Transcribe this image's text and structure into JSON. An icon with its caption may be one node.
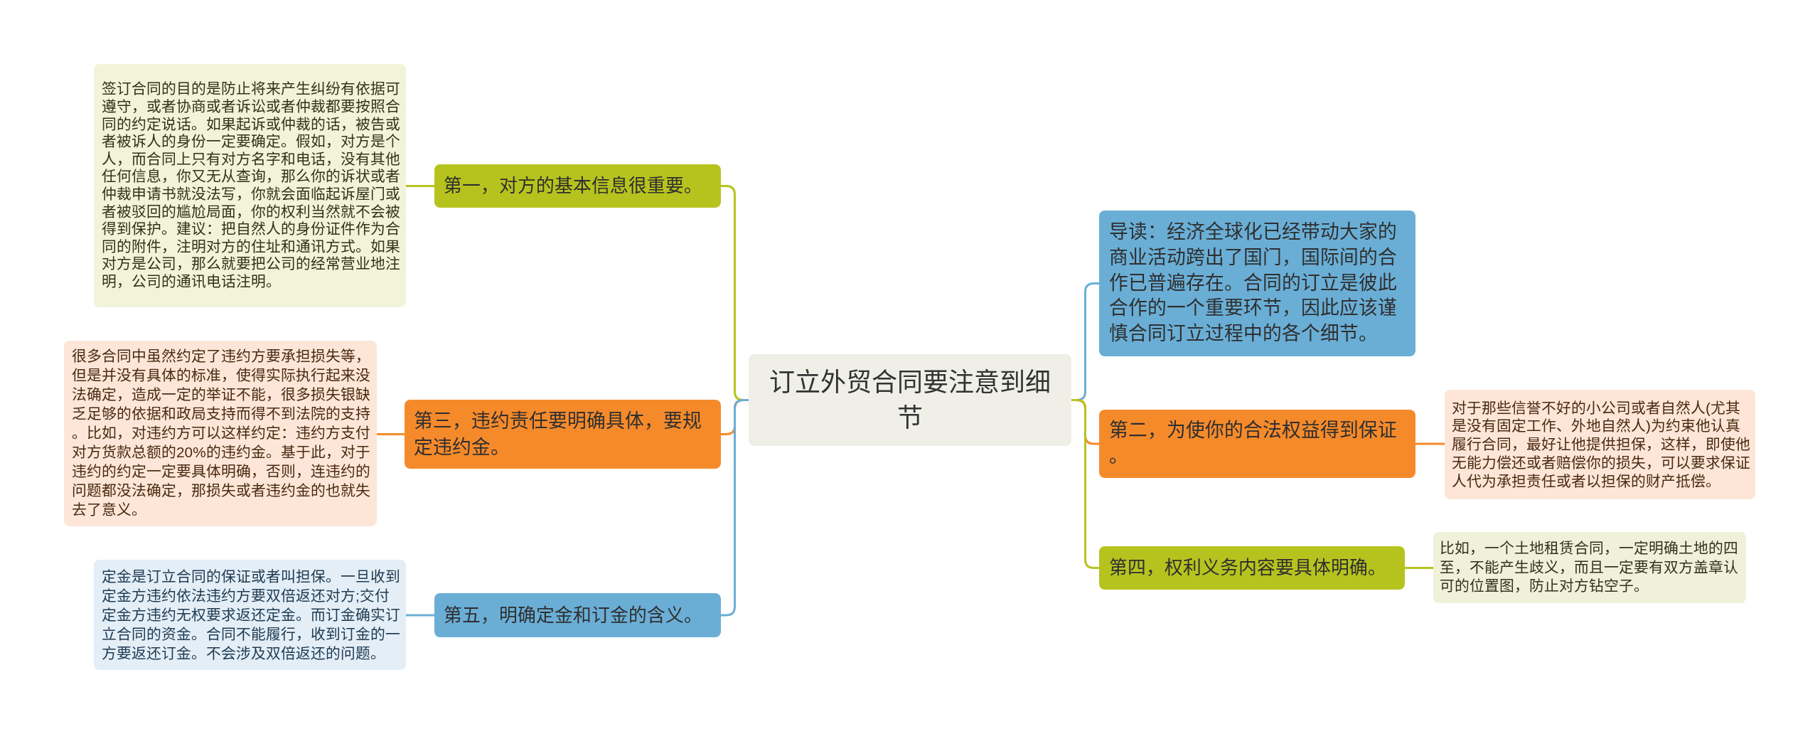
{
  "diagram": {
    "nodes": [
      {
        "text": [
          "订立外贸合同要注意到细节"
        ]
      },
      {
        "text": [
          "第一，对方的基本信息很重要。"
        ]
      },
      {
        "text": [
          "签订合同的目的是防止将来产生纠纷有依据可遵守，或者协商或者诉讼或者仲裁都要按照合同的约定说话。如果起诉或仲裁的话，被告或者被诉人的身份一定要确定。假如，对方是个人，而合同上只有对方名字和电话，没有其他任何信息，你又无从查询，那么你的诉状或者仲裁申请书就没法写，你就会面临起诉屋门或者被驳回的尴尬局面，你的权利当然就不会被得到保护。建议：把自然人的身份证件作为合同的附件，注明对方的住址和通讯方式。如果对方是公司，那么就要把公司的经常营业地注明，公司的通讯电话注明。"
        ]
      },
      {
        "text": [
          "第三，违约责任要明确具体，要规定违约金。"
        ]
      },
      {
        "text": [
          "很多合同中虽然约定了违约方要承担损失等，但是并没有具体的标准，使得实际执行起来没法确定，造成一定的举证不能，很多损失银缺乏足够的依据和政局支持而得不到法院的支持。比如，对违约方可以这样约定：违约方支付对方货款总额的20%的违约金。基于此，对于违约的约定一定要具体明确，否则，连违约的问题都没法确定，那损失或者违约金的也就失去了意义。"
        ]
      },
      {
        "text": [
          "第五，明确定金和订金的含义。"
        ]
      },
      {
        "text": [
          "定金是订立合同的保证或者叫担保。一旦收到定金方违约依法违约方要双倍返还对方;交付定金方违约无权要求返还定金。而订金确实订立合同的资金。合同不能履行，收到订金的一方要返还订金。不会涉及双倍返还的问题。"
        ]
      },
      {
        "text": [
          "导读：经济全球化已经带动大家的商业活动跨出了国门，国际间的合作已普遍存在。合同的订立是彼此合作的一个重要环节，因此应该谨慎合同订立过程中的各个细节。"
        ]
      },
      {
        "text": [
          "第二，为使你的合法权益得到保证。"
        ]
      },
      {
        "text": [
          "对于那些信誉不好的小公司或者自然人(尤其是没有固定工作、外地自然人)为约束他认真履行合同，最好让他提供担保，这样，即使他无能力偿还或者赔偿你的损失，可以要求保证人代为承担责任或者以担保的财产抵偿。"
        ]
      },
      {
        "text": [
          "第四，权利义务内容要具体明确。"
        ]
      },
      {
        "text": [
          "比如，一个土地租赁合同，一定明确土地的四至，不能产生歧义，而且一定要有双方盖章认可的位置图，防止对方钻空子。"
        ]
      }
    ],
    "edges": [
      {
        "from": 0,
        "to": 1,
        "arrow": "none",
        "color": "#b6c31e"
      },
      {
        "from": 1,
        "to": 2,
        "arrow": "none",
        "color": "#b6c31e"
      },
      {
        "from": 0,
        "to": 3,
        "arrow": "none",
        "color": "#f58a2b"
      },
      {
        "from": 3,
        "to": 4,
        "arrow": "none",
        "color": "#f58a2b"
      },
      {
        "from": 0,
        "to": 5,
        "arrow": "none",
        "color": "#6aaed6"
      },
      {
        "from": 5,
        "to": 6,
        "arrow": "none",
        "color": "#6aaed6"
      },
      {
        "from": 0,
        "to": 7,
        "arrow": "none",
        "color": "#6aaed6"
      },
      {
        "from": 0,
        "to": 8,
        "arrow": "none",
        "color": "#f58a2b"
      },
      {
        "from": 8,
        "to": 9,
        "arrow": "none",
        "color": "#f58a2b"
      },
      {
        "from": 0,
        "to": 10,
        "arrow": "none",
        "color": "#b6c31e"
      },
      {
        "from": 10,
        "to": 11,
        "arrow": "none",
        "color": "#b6c31e"
      }
    ]
  }
}
